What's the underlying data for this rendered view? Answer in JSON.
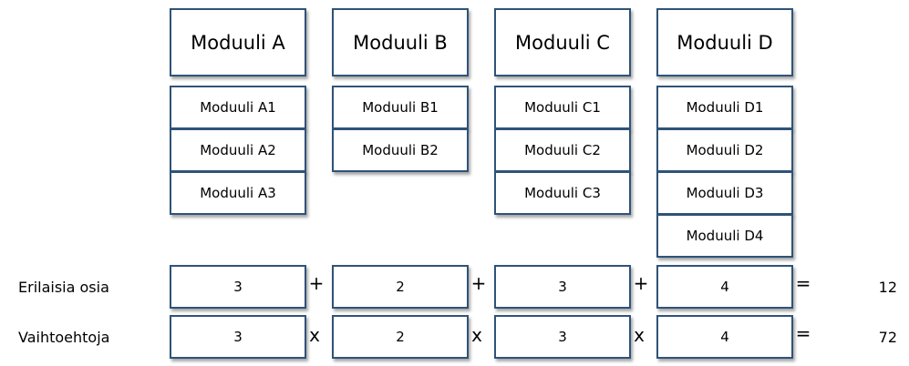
{
  "modules": [
    {
      "title": "Moduuli A",
      "subs": [
        "Moduuli A1",
        "Moduuli A2",
        "Moduuli A3"
      ]
    },
    {
      "title": "Moduuli B",
      "subs": [
        "Moduuli B1",
        "Moduuli B2"
      ]
    },
    {
      "title": "Moduuli C",
      "subs": [
        "Moduuli C1",
        "Moduuli C2",
        "Moduuli C3"
      ]
    },
    {
      "title": "Moduuli D",
      "subs": [
        "Moduuli D1",
        "Moduuli D2",
        "Moduuli D3",
        "Moduuli D4"
      ]
    }
  ],
  "rows": [
    {
      "label": "Erilaisia osia",
      "values": [
        "3",
        "2",
        "3",
        "4"
      ],
      "operator": "+",
      "equals": "=",
      "result": "12"
    },
    {
      "label": "Vaihtoehtoja",
      "values": [
        "3",
        "2",
        "3",
        "4"
      ],
      "operator": "x",
      "equals": "=",
      "result": "72"
    }
  ],
  "colors": {
    "border": "#2f5378",
    "background": "#ffffff"
  }
}
